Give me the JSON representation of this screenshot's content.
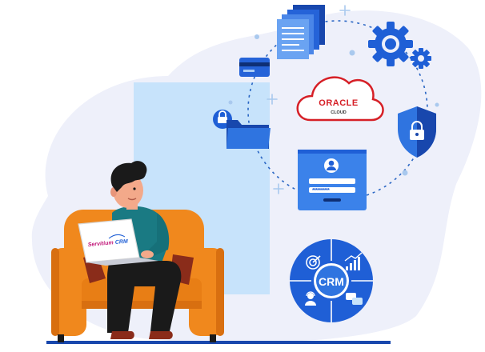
{
  "laptop": {
    "brand_text": "Servitium",
    "brand_suffix": "CRM"
  },
  "oracle_badge": {
    "brand": "ORACLE",
    "sub": "CLOUD",
    "accent": "#d61f26"
  },
  "crm_wheel": {
    "label": "CRM"
  },
  "login_card": {
    "username_mask": "",
    "password_mask": "**********"
  },
  "colors": {
    "blob": "#eef0fa",
    "panel": "#c7e3fb",
    "primary": "#1f5fd6",
    "deep": "#1847ad",
    "sofa": "#f0881d",
    "sofa_dark": "#d86f10",
    "shirt": "#1a7a83",
    "pants": "#1a1a1a"
  },
  "icons": [
    "document-stack-icon",
    "gear-icon",
    "credit-card-icon",
    "padlock-icon",
    "folder-icon",
    "shield-lock-icon",
    "user-avatar-icon",
    "target-icon",
    "growth-chart-icon",
    "support-agent-icon",
    "chat-bubbles-icon",
    "plus-sparkle-icon"
  ]
}
